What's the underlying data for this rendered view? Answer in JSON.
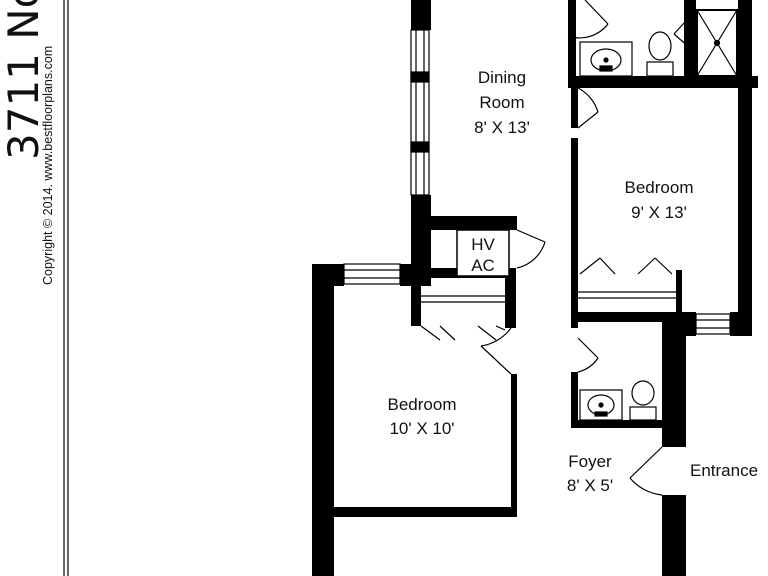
{
  "sidebar": {
    "title": "3711 No",
    "copyright": "Copyright © 2014. www.bestfloorplans.com"
  },
  "rooms": {
    "dining": {
      "name_line1": "Dining",
      "name_line2": "Room",
      "size": "8' X 13'"
    },
    "bedroom_right": {
      "name": "Bedroom",
      "size": "9' X 13'"
    },
    "bedroom_left": {
      "name": "Bedroom",
      "size": "10' X 10'"
    },
    "hvac": {
      "line1": "HV",
      "line2": "AC"
    },
    "foyer": {
      "name": "Foyer",
      "size": "8' X 5'"
    },
    "entrance": {
      "name": "Entrance"
    }
  }
}
